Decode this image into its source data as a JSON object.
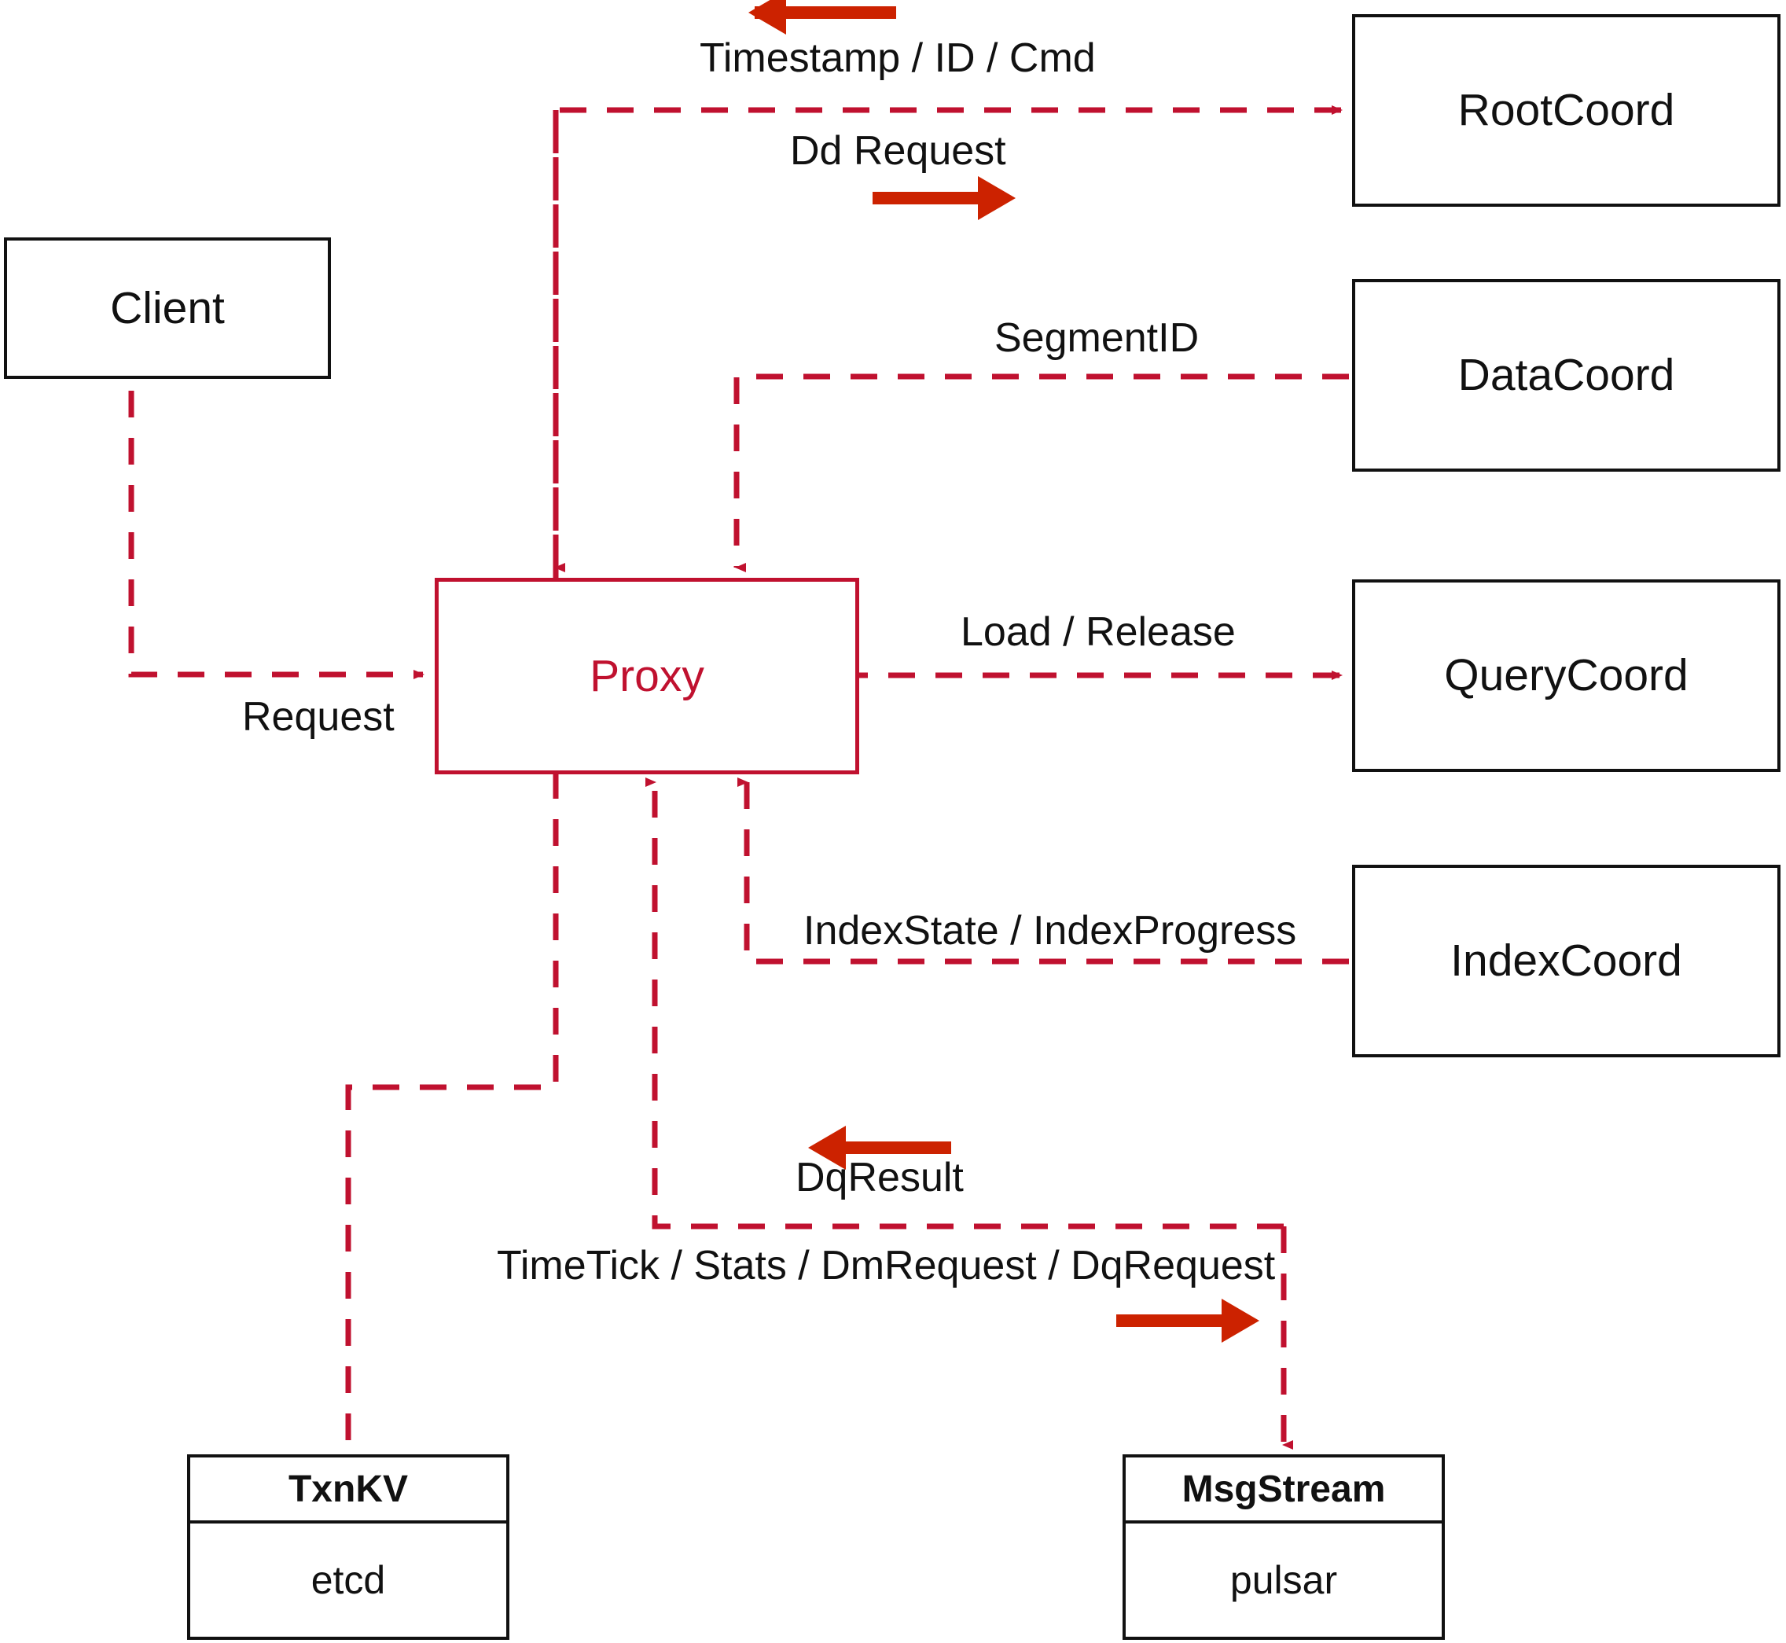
{
  "diagram": {
    "title": "Proxy component interaction diagram",
    "colors": {
      "box_stroke": "#111111",
      "proxy_stroke": "#c0112f",
      "dashed_link": "#c0112f",
      "thick_arrow": "#cc2200",
      "background": "#ffffff"
    },
    "nodes": [
      {
        "id": "client",
        "label": "Client"
      },
      {
        "id": "proxy",
        "label": "Proxy"
      },
      {
        "id": "rootcoord",
        "label": "RootCoord"
      },
      {
        "id": "datacoord",
        "label": "DataCoord"
      },
      {
        "id": "querycoord",
        "label": "QueryCoord"
      },
      {
        "id": "indexcoord",
        "label": "IndexCoord"
      }
    ],
    "stacks": [
      {
        "id": "txnkv",
        "header": "TxnKV",
        "body": "etcd"
      },
      {
        "id": "msgstream",
        "header": "MsgStream",
        "body": "pulsar"
      }
    ],
    "edge_labels": [
      {
        "id": "timestamp-id-cmd",
        "text": "Timestamp / ID / Cmd"
      },
      {
        "id": "dd-request",
        "text": "Dd Request"
      },
      {
        "id": "segment-id",
        "text": "SegmentID"
      },
      {
        "id": "request",
        "text": "Request"
      },
      {
        "id": "load-release",
        "text": "Load / Release"
      },
      {
        "id": "index-state-progress",
        "text": "IndexState / IndexProgress"
      },
      {
        "id": "dq-result",
        "text": "DqResult"
      },
      {
        "id": "timetick-stats-dmrequest-dqrequest",
        "text": "TimeTick / Stats / DmRequest / DqRequest"
      }
    ]
  }
}
